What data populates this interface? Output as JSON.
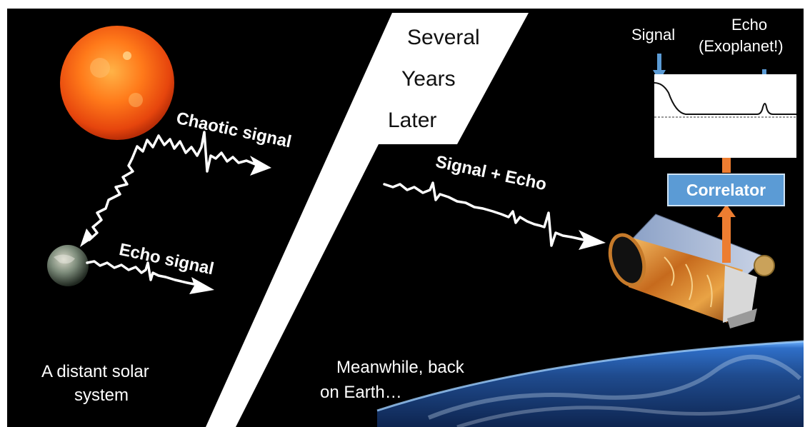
{
  "left": {
    "chaotic_label": "Chaotic signal",
    "echo_label": "Echo signal",
    "caption_line1": "A distant solar",
    "caption_line2": "system"
  },
  "banner": {
    "line1": "Several",
    "line2": "Years",
    "line3": "Later"
  },
  "right": {
    "signal_echo_label": "Signal + Echo",
    "caption_line1": "Meanwhile, back",
    "caption_line2": "on Earth…",
    "correlator_label": "Correlator"
  },
  "plot": {
    "signal_label": "Signal",
    "echo_label_line1": "Echo",
    "echo_label_line2": "(Exoplanet!)"
  },
  "colors": {
    "background": "#000000",
    "arrow_blue": "#5b9bd5",
    "arrow_orange": "#ed7d31",
    "correlator_fill": "#5b9bd5",
    "sun": "#f05a14"
  }
}
